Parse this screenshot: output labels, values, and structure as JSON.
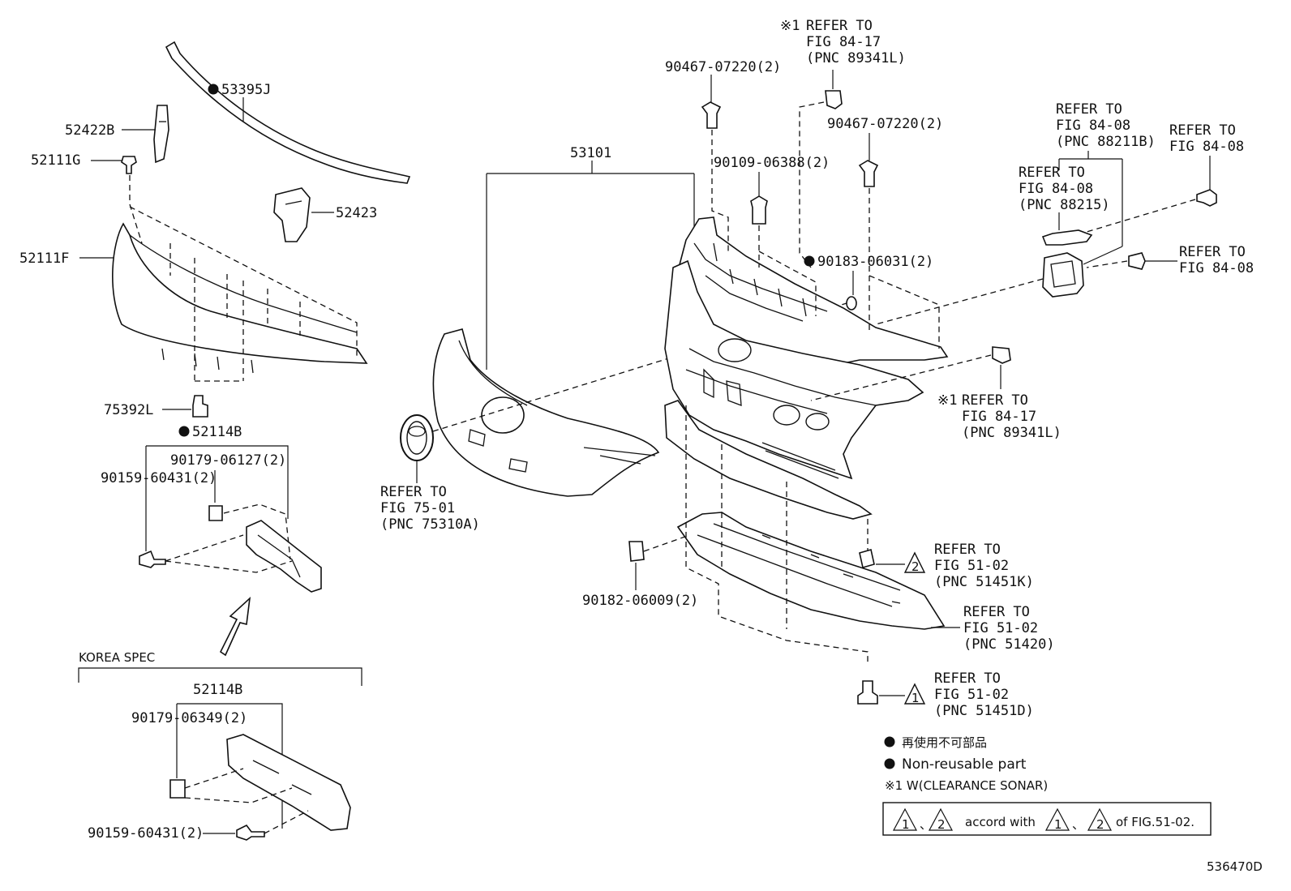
{
  "labels": {
    "p53395J": "53395J",
    "p52422B": "52422B",
    "p52111G": "52111G",
    "p52423": "52423",
    "p52111F": "52111F",
    "p75392L": "75392L",
    "p52114B_top": "52114B",
    "p90179_06127": "90179-06127(2)",
    "p90159_60431_top": "90159-60431(2)",
    "korea_spec": "KOREA SPEC",
    "p52114B_korea": "52114B",
    "p90179_06349": "90179-06349(2)",
    "p90159_60431_bot": "90159-60431(2)",
    "p53101": "53101",
    "p90467_a": "90467-07220(2)",
    "p90467_b": "90467-07220(2)",
    "p90109": "90109-06388(2)",
    "p90183": "90183-06031(2)",
    "p90182": "90182-06009(2)",
    "diagram_id": "536470D"
  },
  "refers": {
    "r1": {
      "prefix": "※1",
      "l1": "REFER TO",
      "l2": "FIG 84-17",
      "l3": "(PNC 89341L)"
    },
    "r2": {
      "l1": "REFER TO",
      "l2": "FIG 84-08",
      "l3": "(PNC 88211B)"
    },
    "r3": {
      "l1": "REFER TO",
      "l2": "FIG 84-08"
    },
    "r4": {
      "l1": "REFER TO",
      "l2": "FIG 84-08",
      "l3": "(PNC 88215)"
    },
    "r5": {
      "l1": "REFER TO",
      "l2": "FIG 84-08"
    },
    "r6": {
      "prefix": "※1",
      "l1": "REFER TO",
      "l2": "FIG 84-17",
      "l3": "(PNC 89341L)"
    },
    "r7": {
      "l1": "REFER TO",
      "l2": "FIG 75-01",
      "l3": "(PNC 75310A)"
    },
    "r8": {
      "mark": "2",
      "l1": "REFER TO",
      "l2": "FIG 51-02",
      "l3": "(PNC 51451K)"
    },
    "r9": {
      "l1": "REFER TO",
      "l2": "FIG 51-02",
      "l3": "(PNC 51420)"
    },
    "r10": {
      "mark": "1",
      "l1": "REFER TO",
      "l2": "FIG 51-02",
      "l3": "(PNC 51451D)"
    }
  },
  "legend": {
    "jp": "再使用不可部品",
    "en": "Non-reusable part",
    "note1": "※1 W(CLEARANCE SONAR)",
    "box_mark1": "1",
    "box_mark2": "2",
    "box_sep": "、",
    "box_text": "accord with",
    "box_suffix": "of FIG.51-02."
  }
}
